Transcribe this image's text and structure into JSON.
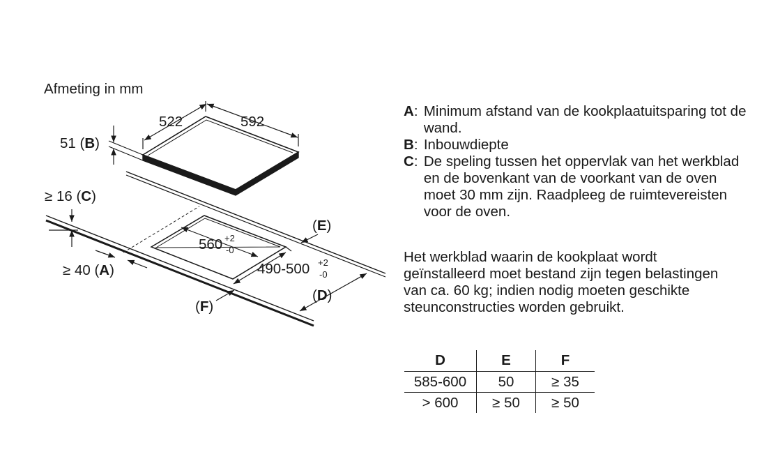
{
  "diagram": {
    "unit_title": "Afmeting in mm",
    "labels": {
      "width_522": "522",
      "depth_592": "592",
      "depth_51": "51 (",
      "depth_51_key": "B",
      "depth_51_close": ")",
      "gap_16": "≥ 16 (",
      "gap_16_key": "C",
      "gap_16_close": ")",
      "cutout_560": "560",
      "tol_plus": "+2",
      "tol_minus": "-0",
      "cutout_490": "490-500",
      "dist_40": "≥ 40 (",
      "dist_40_key": "A",
      "dist_40_close": ")",
      "key_e_open": "(",
      "key_e": "E",
      "key_e_close": ")",
      "key_d_open": "(",
      "key_d": "D",
      "key_d_close": ")",
      "key_f_open": "(",
      "key_f": "F",
      "key_f_close": ")"
    }
  },
  "legend": [
    {
      "key": "A",
      "text": "Minimum afstand van de kookplaatuitsparing tot de wand."
    },
    {
      "key": "B",
      "text": "Inbouwdiepte"
    },
    {
      "key": "C",
      "text": "De speling tussen het oppervlak van het werkblad en de bovenkant van de voorkant van de oven moet 30 mm zijn. Raadpleeg de ruimtevereisten voor de oven."
    }
  ],
  "legend_separator": ":",
  "note": "Het werkblad waarin de kookplaat wordt geïnstalleerd moet bestand zijn tegen belastingen van ca. 60 kg; indien nodig moeten geschikte steunconstructies worden gebruikt.",
  "table": {
    "headers": [
      "D",
      "E",
      "F"
    ],
    "rows": [
      [
        "585-600",
        "50",
        "≥ 35"
      ],
      [
        "> 600",
        "≥ 50",
        "≥ 50"
      ]
    ]
  },
  "colors": {
    "line": "#1a1a1a",
    "background": "#ffffff"
  }
}
